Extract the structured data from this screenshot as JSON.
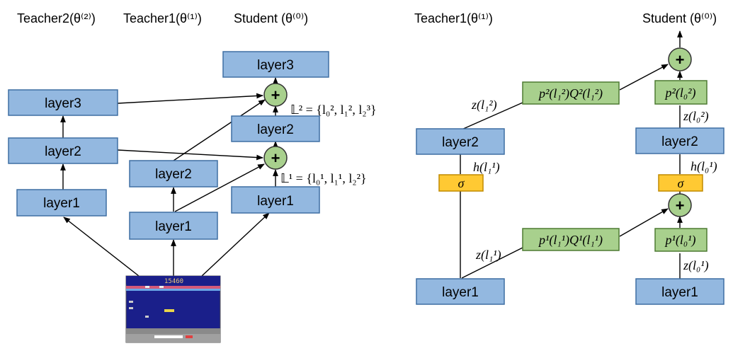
{
  "left_panel": {
    "headers": {
      "teacher2": "Teacher2(θ⁽²⁾)",
      "teacher1": "Teacher1(θ⁽¹⁾)",
      "student": "Student (θ⁽⁰⁾)"
    },
    "teacher2_layers": [
      "layer1",
      "layer2",
      "layer3"
    ],
    "teacher1_layers": [
      "layer1",
      "layer2"
    ],
    "student_layers": [
      "layer1",
      "layer2",
      "layer3"
    ],
    "set_l2": "𝕃² = {l₀², l₁², l₂³}",
    "set_l1": "𝕃¹ = {l₀¹, l₁¹, l₂²}",
    "game_score": "15460"
  },
  "right_panel": {
    "headers": {
      "teacher1": "Teacher1(θ⁽¹⁾)",
      "student": "Student (θ⁽⁰⁾)"
    },
    "teacher_layers": [
      "layer1",
      "layer2"
    ],
    "student_layers": [
      "layer1",
      "layer2"
    ],
    "sigma": "σ",
    "labels": {
      "z_l11": "z(l₁¹)",
      "h_l11": "h(l₁¹)",
      "z_l12": "z(l₁²)",
      "z_l01": "z(l₀¹)",
      "h_l01": "h(l₀¹)",
      "z_l02": "z(l₀²)"
    },
    "green_boxes": {
      "p1q1": "p¹(l₁¹)Q¹(l₁¹)",
      "p2q2": "p²(l₁²)Q²(l₁²)",
      "p1": "p¹(l₀¹)",
      "p2": "p²(l₀²)"
    }
  }
}
